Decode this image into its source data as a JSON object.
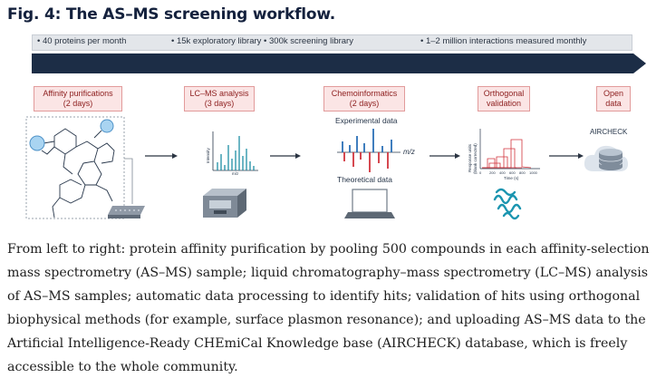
{
  "figure": {
    "title": "Fig. 4: The AS–MS screening workflow.",
    "caption": "From left to right: protein affinity purification by pooling 500 compounds in each affinity-selection mass spectrometry (AS–MS) sample; liquid chromatography–mass spectrometry (LC–MS) analysis of AS–MS samples; automatic data processing to identify hits; validation of hits using orthogonal biophysical methods (for example, surface plasmon resonance); and uploading AS–MS data to the Artificial Intelligence-Ready CHEmiCal Knowledge base (AIRCHECK) database, which is freely accessible to the whole community."
  },
  "metrics": [
    "• 40 proteins per month",
    "• 15k exploratory library • 300k screening library",
    "• 1–2 million interactions measured monthly"
  ],
  "stages": [
    {
      "line1": "Affinity purifications",
      "line2": "(2 days)"
    },
    {
      "line1": "LC–MS analysis",
      "line2": "(3 days)"
    },
    {
      "line1": "Chemoinformatics",
      "line2": "(2 days)"
    },
    {
      "line1": "Orthogonal",
      "line2": "validation"
    },
    {
      "line1": "Open",
      "line2": "data"
    }
  ],
  "lcms_plot": {
    "ylabel": "Intensity",
    "xlabel": "m/z"
  },
  "chemo": {
    "experimental": "Experimental data",
    "theoretical": "Theoretical data",
    "mz": "m/z"
  },
  "validation_plot": {
    "ylabel_line1": "Response units",
    "ylabel_line2": "(blank corrected)",
    "xlabel": "Time (s)",
    "ticks": [
      "0",
      "200",
      "400",
      "600",
      "800",
      "1000"
    ]
  },
  "database": {
    "label": "AIRCHECK"
  },
  "colors": {
    "navy": "#1c2d46",
    "stage_fill": "#fbe5e5",
    "stage_border": "#e29b9b",
    "stage_text": "#8c1d1d",
    "teal": "#1e8fa5",
    "red": "#d2343c",
    "blue": "#2b6fb6"
  }
}
